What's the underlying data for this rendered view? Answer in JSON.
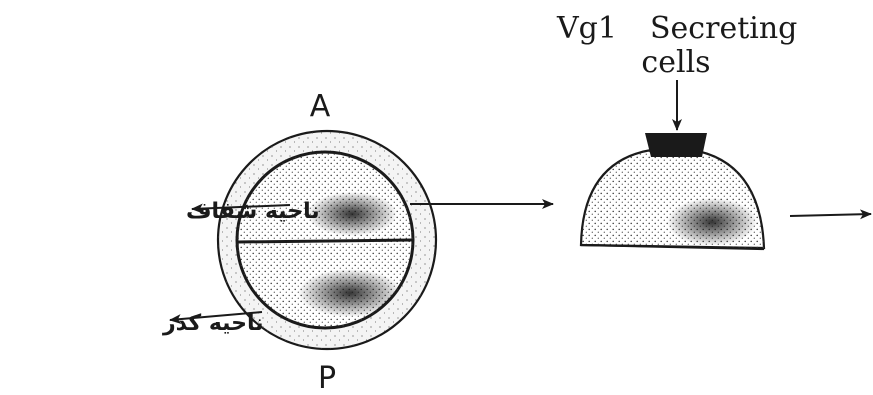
{
  "labels": {
    "animal_pole": "A",
    "vegetal_pole": "P",
    "clear_zone": "ناحیه شفاف",
    "opaque_zone": "ناحیه کدر",
    "vg1": "Vg1",
    "secreting_line1": "Secreting",
    "secreting_line2": "cells"
  },
  "colors": {
    "ink": "#1a1a1a",
    "stipple": "#3a3a3a",
    "shell_fill": "#f4f4f4",
    "cap_fill": "#1a1a1a"
  }
}
